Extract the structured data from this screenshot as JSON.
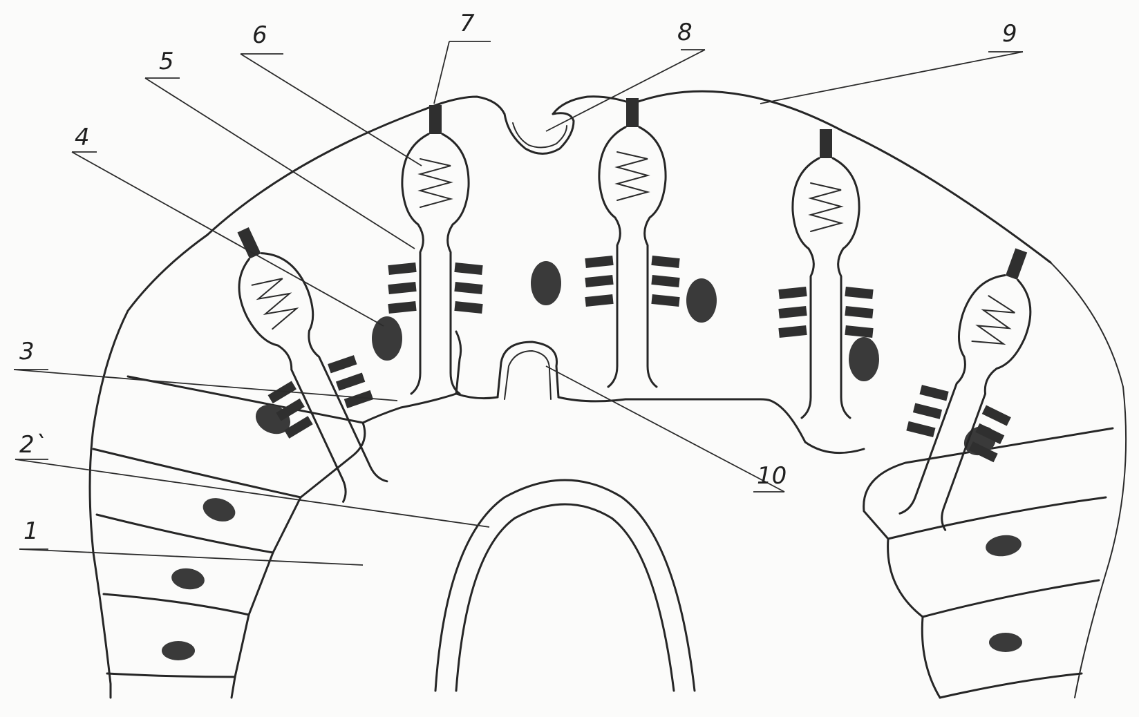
{
  "figure": {
    "labels": [
      {
        "id": "1",
        "text": "1"
      },
      {
        "id": "2",
        "text": "2`"
      },
      {
        "id": "3",
        "text": "3"
      },
      {
        "id": "4",
        "text": "4"
      },
      {
        "id": "5",
        "text": "5"
      },
      {
        "id": "6",
        "text": "6"
      },
      {
        "id": "7",
        "text": "7"
      },
      {
        "id": "8",
        "text": "8"
      },
      {
        "id": "9",
        "text": "9"
      },
      {
        "id": "10",
        "text": "10"
      }
    ]
  },
  "colors": {
    "ink": "#262626",
    "paper": "#fbfbfa"
  }
}
